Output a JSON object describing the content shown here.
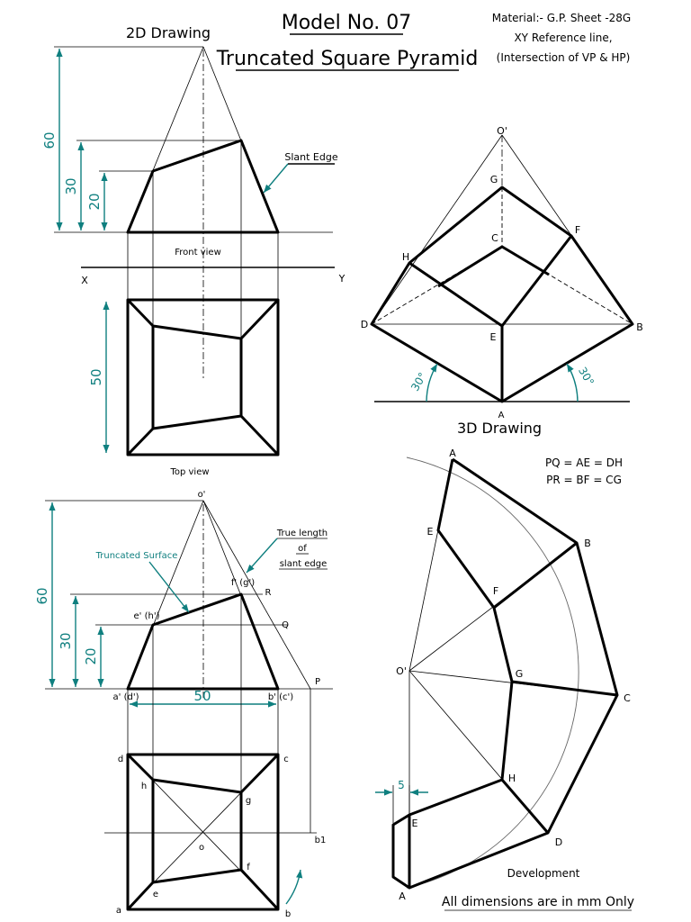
{
  "header": {
    "model": "Model No. 07",
    "subject": "Truncated Square Pyramid",
    "material": "Material:- G.P. Sheet -28G",
    "reference_1": "XY Reference line,",
    "reference_2": "(Intersection of VP & HP)"
  },
  "views": {
    "drawing_2d": "2D Drawing",
    "front_view": "Front view",
    "top_view": "Top view",
    "drawing_3d": "3D Drawing",
    "development": "Development"
  },
  "notes": {
    "slant_edge": "Slant Edge",
    "truncated_surface": "Truncated Surface",
    "true_length_1": "True length",
    "true_length_2": "of",
    "true_length_3": "slant edge",
    "eq_1": "PQ = AE = DH",
    "eq_2": "PR = BF = CG",
    "footer": "All dimensions are in mm Only"
  },
  "dimensions": {
    "height_total": "60",
    "height_mid": "30",
    "height_low": "20",
    "base_width": "50",
    "base_width_2": "50",
    "height_total_2": "60",
    "height_mid_2": "30",
    "height_low_2": "20",
    "angle_left": "30°",
    "angle_right": "30°",
    "offset": "5"
  },
  "labels": {
    "x": "X",
    "y": "Y",
    "o_prime": "o'",
    "f_g": "f' (g')",
    "e_h": "e' (h')",
    "a_d": "a' (d')",
    "b_c": "b' (c')",
    "R": "R",
    "Q": "Q",
    "P": "P",
    "d": "d",
    "c": "c",
    "h": "h",
    "g": "g",
    "o": "o",
    "f": "f",
    "e": "e",
    "a": "a",
    "b": "b",
    "b1": "b1",
    "iso_O": "O'",
    "iso_G": "G",
    "iso_C": "C",
    "iso_F": "F",
    "iso_H": "H",
    "iso_D": "D",
    "iso_E": "E",
    "iso_B": "B",
    "iso_A": "A",
    "dev_A1": "A",
    "dev_E1": "E",
    "dev_B": "B",
    "dev_F": "F",
    "dev_O": "O'",
    "dev_G": "G",
    "dev_C": "C",
    "dev_H": "H",
    "dev_D": "D",
    "dev_E2": "E",
    "dev_A2": "A"
  }
}
